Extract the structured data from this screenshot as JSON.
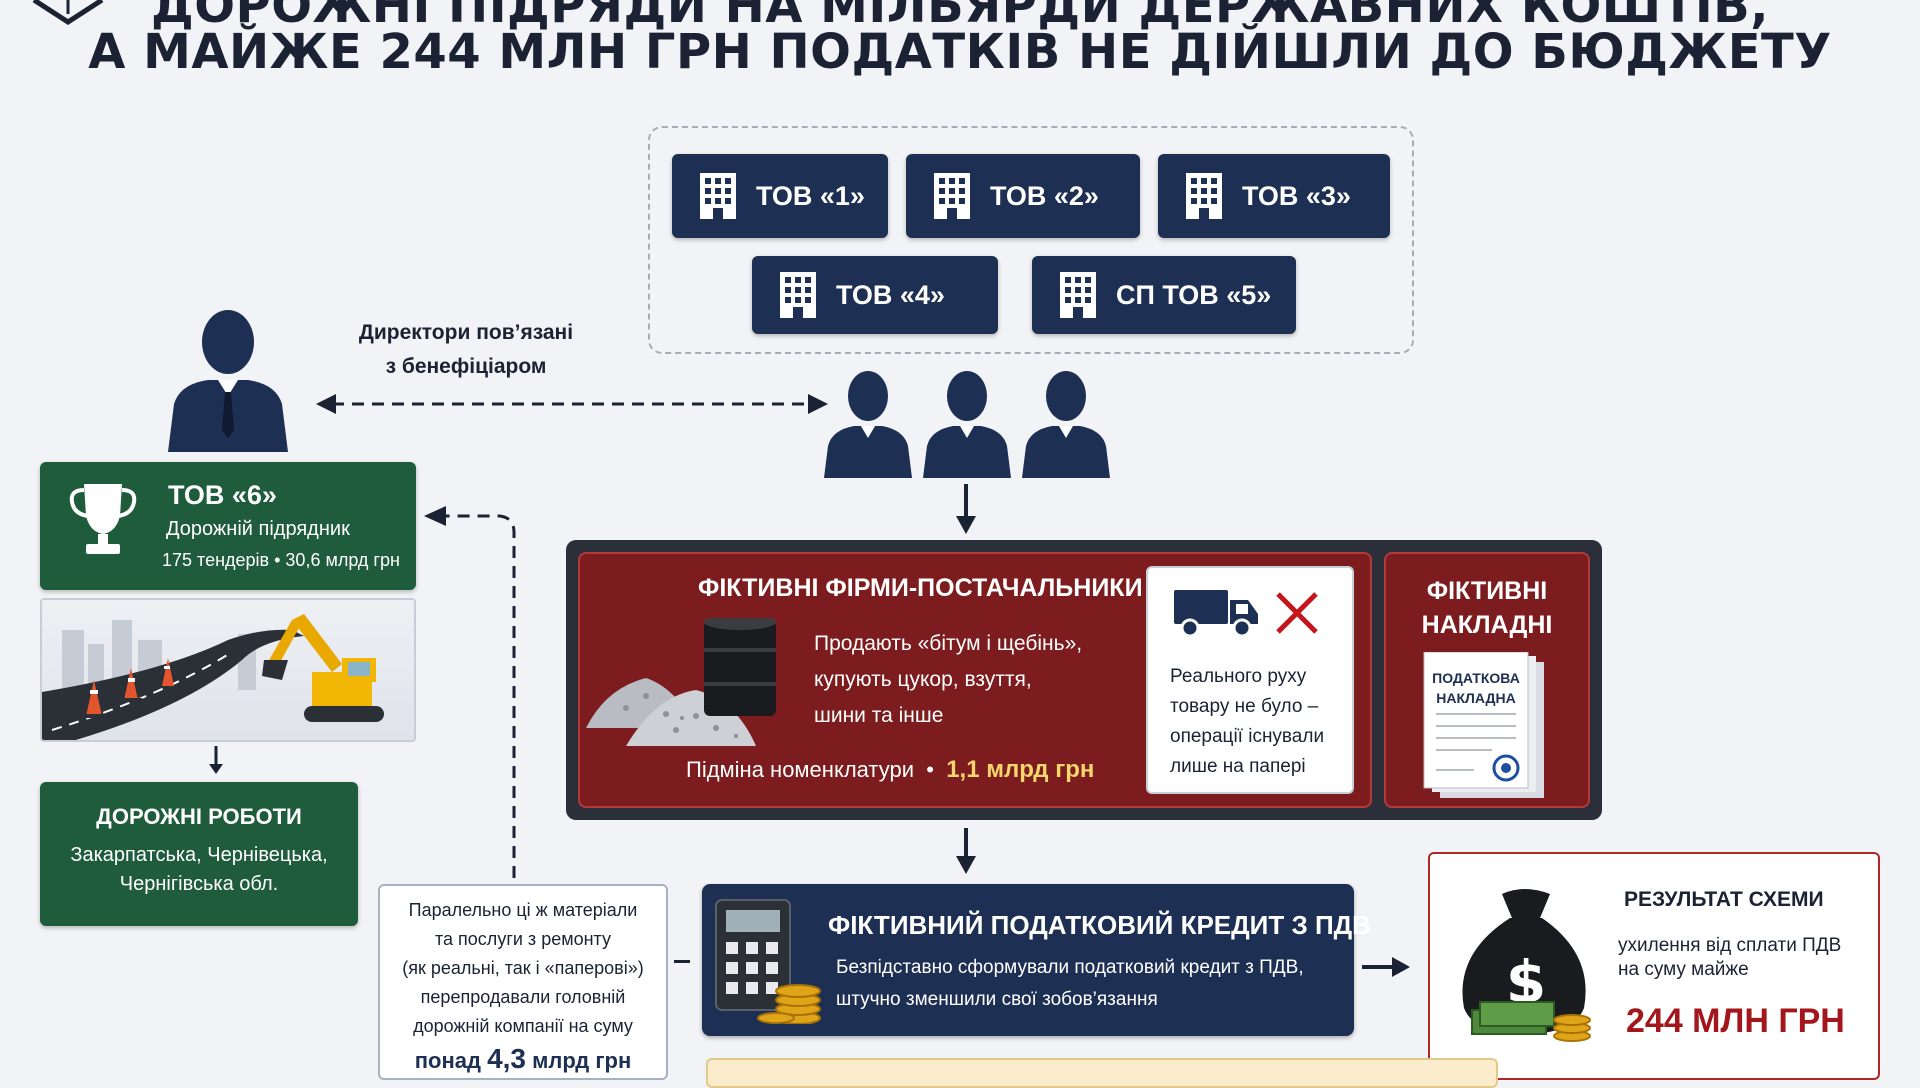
{
  "title": {
    "line1": "ДОРОЖНІ ПІДРЯДИ НА МІЛЬЯРДИ ДЕРЖАВНИХ КОШТІВ,",
    "line2": "А МАЙЖЕ 244 МЛН ГРН ПОДАТКІВ НЕ ДІЙШЛИ ДО БЮДЖЕТУ"
  },
  "companies": [
    {
      "label": "ТОВ «1»"
    },
    {
      "label": "ТОВ «2»"
    },
    {
      "label": "ТОВ «3»"
    },
    {
      "label": "ТОВ «4»"
    },
    {
      "label": "СП ТОВ «5»"
    }
  ],
  "directors_note": {
    "line1": "Директори пов’язані",
    "line2": "з бенефіціаром"
  },
  "contractor": {
    "name": "ТОВ «6»",
    "role": "Дорожній підрядник",
    "stats": "175 тендерів • 30,6 млрд грн"
  },
  "road_works": {
    "title": "ДОРОЖНІ РОБОТИ",
    "line1": "Закарпатська, Чернівецька,",
    "line2": "Чернігівська обл."
  },
  "fictive_suppliers": {
    "title": "ФІКТИВНІ ФІРМИ-ПОСТАЧАЛЬНИКИ",
    "line1": "Продають «бітум і щебінь»,",
    "line2": "купують цукор, взуття,",
    "line3": "шини та інше",
    "substitution": "Підміна номенклатури",
    "amount": "1,1 млрд грн"
  },
  "no_movement": {
    "line1": "Реального руху",
    "line2": "товару не було –",
    "line3": "операції існували",
    "line4": "лише на папері"
  },
  "fictive_invoices": {
    "line1": "ФІКТИВНІ",
    "line2": "НАКЛАДНІ",
    "doc_line1": "ПОДАТКОВА",
    "doc_line2": "НАКЛАДНА"
  },
  "resale": {
    "line1": "Паралельно ці ж матеріали",
    "line2": "та послуги з ремонту",
    "line3": "(як реальні, так і «паперові»)",
    "line4": "перепродавали головній",
    "line5": "дорожній компанії на суму",
    "amount_prefix": "понад",
    "amount_value": "4,3",
    "amount_suffix": "млрд грн"
  },
  "vat_credit": {
    "title": "ФІКТИВНИЙ ПОДАТКОВИЙ КРЕДИТ З ПДВ",
    "line1": "Безпідставно сформували податковий кредит з ПДВ,",
    "line2": "штучно зменшили свої зобов’язання"
  },
  "result": {
    "title": "РЕЗУЛЬТАТ СХЕМИ",
    "line1": "ухилення від сплати ПДВ",
    "line2": "на суму майже",
    "amount": "244 МЛН ГРН"
  },
  "colors": {
    "navy": "#1d2f52",
    "green": "#1f5c3c",
    "dark_red": "#7c1c1e",
    "accent_red": "#a3161c",
    "gold": "#f5d76e"
  }
}
